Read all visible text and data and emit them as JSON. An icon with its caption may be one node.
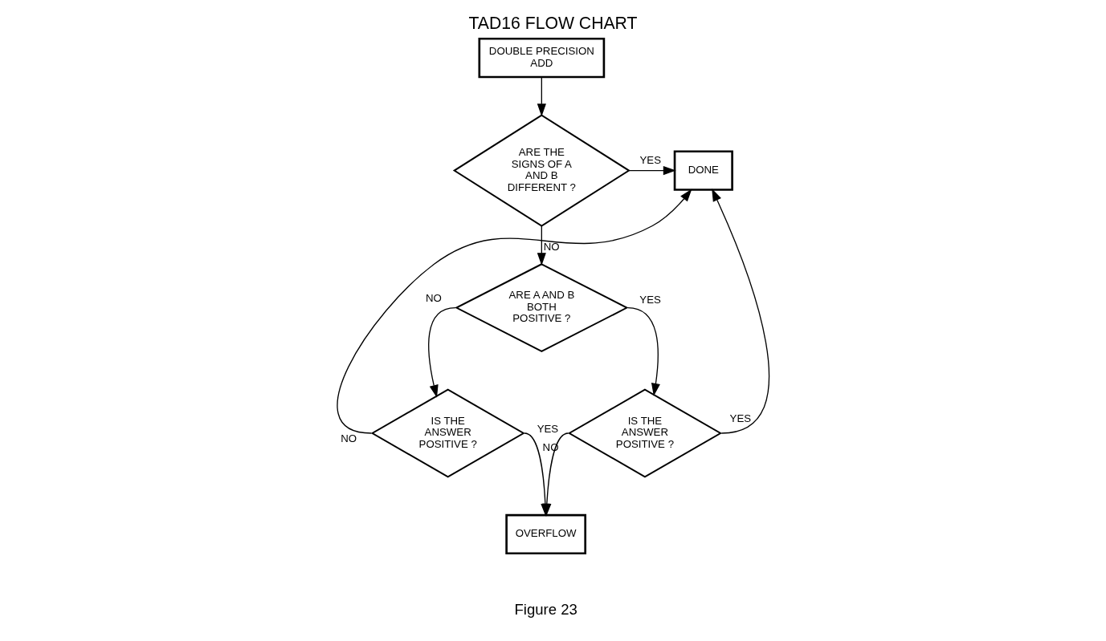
{
  "diagram": {
    "title": "TAD16 FLOW CHART",
    "caption": "Figure 23",
    "nodes": [
      {
        "text": [
          "DOUBLE PRECISION ADD"
        ]
      },
      {
        "text": [
          "ARE THE SIGNS OF A AND B DIFFERENT ?"
        ]
      },
      {
        "text": [
          "DONE"
        ]
      },
      {
        "text": [
          "ARE A AND B BOTH POSITIVE ?"
        ]
      },
      {
        "text": [
          "IS THE ANSWER POSITIVE ?"
        ]
      },
      {
        "text": [
          "IS THE ANSWER POSITIVE ?"
        ]
      },
      {
        "text": [
          "OVERFLOW"
        ]
      }
    ],
    "edges": [
      {
        "from": 0,
        "to": 1,
        "arrow": "to"
      },
      {
        "from": 1,
        "to": 2,
        "arrow": "to",
        "label": "YES"
      },
      {
        "from": 1,
        "to": 3,
        "arrow": "to",
        "label": "NO"
      },
      {
        "from": 3,
        "to": 4,
        "arrow": "to",
        "label": "NO"
      },
      {
        "from": 3,
        "to": 5,
        "arrow": "to",
        "label": "YES"
      },
      {
        "from": 4,
        "to": 6,
        "arrow": "to",
        "label": "YES"
      },
      {
        "from": 5,
        "to": 6,
        "arrow": "to",
        "label": "NO"
      },
      {
        "from": 4,
        "to": 2,
        "arrow": "to",
        "label": "NO"
      },
      {
        "from": 5,
        "to": 2,
        "arrow": "to",
        "label": "YES"
      }
    ]
  }
}
